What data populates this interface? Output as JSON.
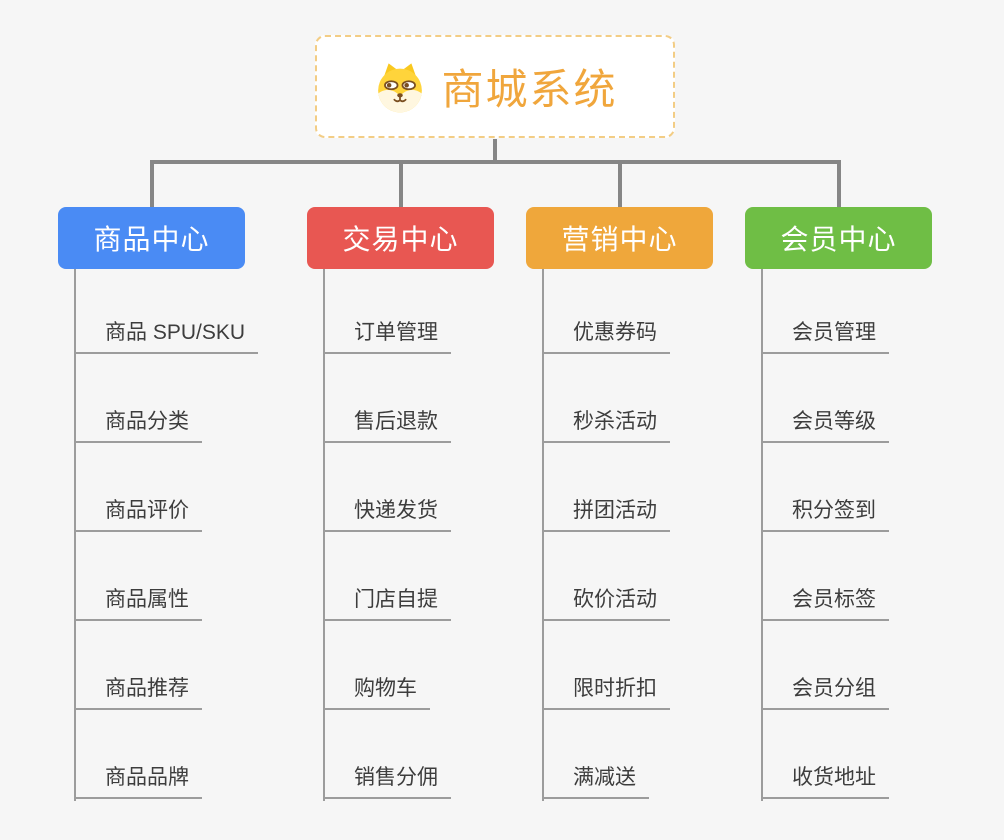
{
  "page": {
    "background_color": "#f6f6f6"
  },
  "root": {
    "title": "商城系统",
    "icon": "dog-face-icon",
    "title_color": "#f0a63c",
    "border_color": "#f3cd85"
  },
  "connector_color": "#868686",
  "line_color": "#9c9c9c",
  "branches": [
    {
      "label": "商品中心",
      "color": "#4a8bf4",
      "items": [
        "商品 SPU/SKU",
        "商品分类",
        "商品评价",
        "商品属性",
        "商品推荐",
        "商品品牌"
      ]
    },
    {
      "label": "交易中心",
      "color": "#e85752",
      "items": [
        "订单管理",
        "售后退款",
        "快递发货",
        "门店自提",
        "购物车",
        "销售分佣"
      ]
    },
    {
      "label": "营销中心",
      "color": "#efa73b",
      "items": [
        "优惠券码",
        "秒杀活动",
        "拼团活动",
        "砍价活动",
        "限时折扣",
        "满减送"
      ]
    },
    {
      "label": "会员中心",
      "color": "#6fbe45",
      "items": [
        "会员管理",
        "会员等级",
        "积分签到",
        "会员标签",
        "会员分组",
        "收货地址"
      ]
    }
  ]
}
